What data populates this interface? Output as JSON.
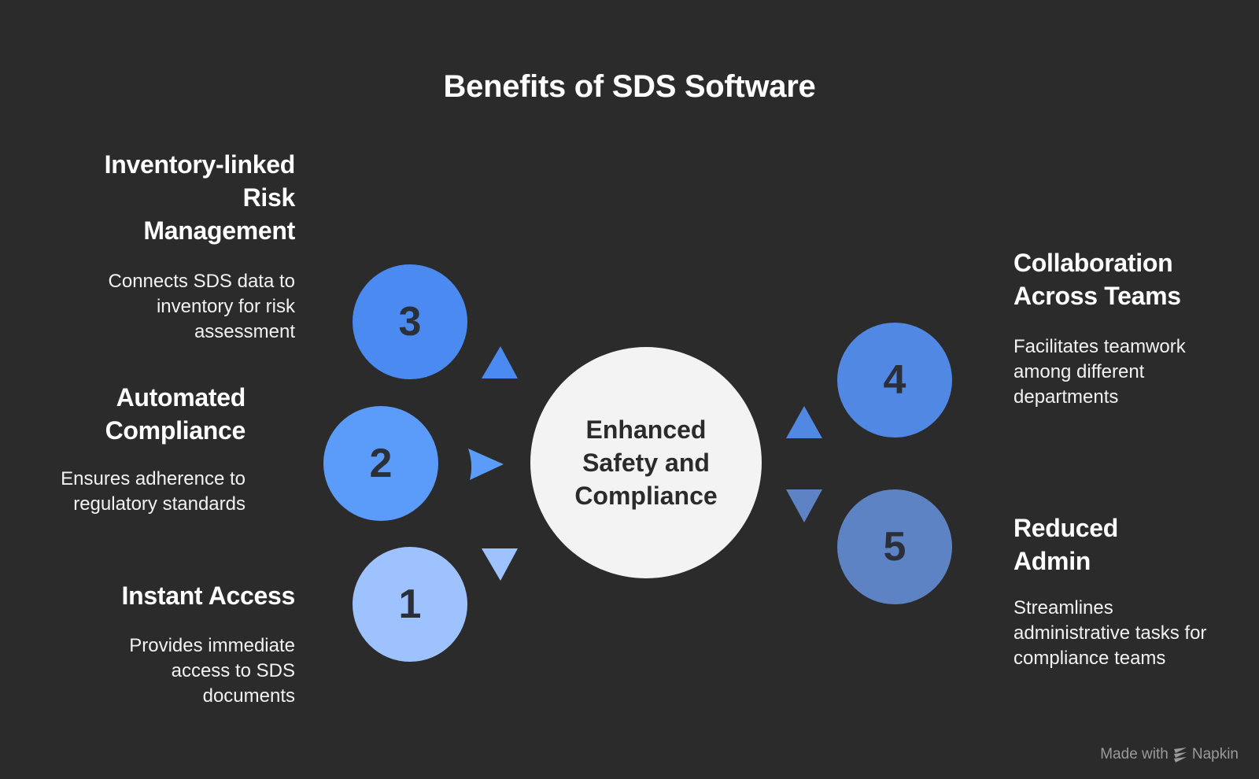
{
  "title": "Benefits of SDS Software",
  "center": {
    "text": "Enhanced Safety and Compliance",
    "color": "#f3f3f3"
  },
  "items": [
    {
      "number": "1",
      "label": "Instant Access",
      "description": "Provides immediate access to SDS documents",
      "color": "#9dc2fe"
    },
    {
      "number": "2",
      "label": "Automated Compliance",
      "description": "Ensures adherence to regulatory standards",
      "color": "#5b9cfa"
    },
    {
      "number": "3",
      "label": "Inventory-linked Risk Management",
      "description": "Connects SDS data to inventory for risk assessment",
      "color": "#4a8af1"
    },
    {
      "number": "4",
      "label": "Collaboration Across Teams",
      "description": "Facilitates teamwork among different departments",
      "color": "#5088e3"
    },
    {
      "number": "5",
      "label": "Reduced Admin",
      "description": "Streamlines administrative tasks for compliance teams",
      "color": "#5e83c4"
    }
  ],
  "footer": {
    "made_with": "Made with",
    "brand": "Napkin",
    "icon": "napkin-logo-icon"
  }
}
